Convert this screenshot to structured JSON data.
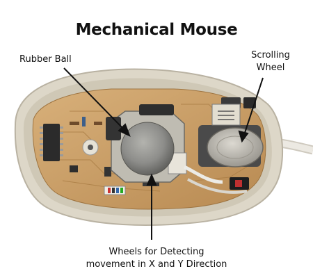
{
  "title": "Mechanical Mouse",
  "labels": {
    "rubber_ball": "Rubber Ball",
    "scrolling_wheel_line1": "Scrolling",
    "scrolling_wheel_line2": "Wheel",
    "wheels_caption_line1": "Wheels for Detecting",
    "wheels_caption_line2": "movement in X and Y Direction"
  },
  "colors": {
    "shell": "#d8d2c2",
    "pcb": "#c9a066",
    "ball": "#8d8d8a",
    "scroll_wheel": "#bdbab2",
    "cable": "#e9e6de"
  }
}
